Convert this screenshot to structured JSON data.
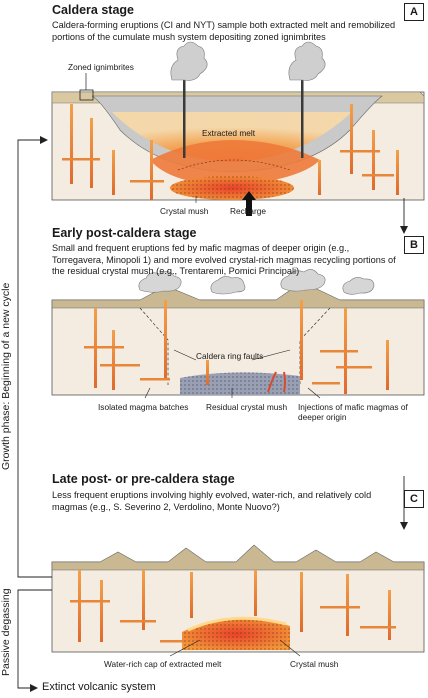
{
  "panels": [
    {
      "letter": "A",
      "title": "Caldera stage",
      "description": "Caldera-forming eruptions (CI and NYT) sample both extracted melt and remobilized portions of the cumulate mush system depositing zoned ignimbrites",
      "labels": {
        "zoned_ignimbrites": "Zoned ignimbrites",
        "extracted_melt": "Extracted melt",
        "crystal_mush": "Crystal mush",
        "recharge": "Recharge"
      }
    },
    {
      "letter": "B",
      "title": "Early post-caldera stage",
      "description": "Small and frequent eruptions fed by mafic magmas of deeper origin (e.g., Torregavera, Minopoli 1) and more evolved crystal-rich magmas recycling portions of the residual crystal mush (e.g., Trentaremi, Pomici Principali)",
      "labels": {
        "caldera_ring_faults": "Caldera ring faults",
        "isolated_magma_batches": "Isolated magma batches",
        "residual_crystal_mush": "Residual crystal mush",
        "injections": "Injections of mafic magmas of deeper origin"
      }
    },
    {
      "letter": "C",
      "title": "Late post- or pre-caldera stage",
      "description": "Less frequent eruptions involving highly evolved, water-rich, and relatively cold magmas (e.g., S. Severino 2, Verdolino, Monte Nuovo?)",
      "labels": {
        "water_rich_cap": "Water-rich cap of extracted melt",
        "crystal_mush": "Crystal mush"
      }
    }
  ],
  "side_labels": {
    "growth_phase": "Growth phase: Beginning of a new cycle",
    "passive_degassing": "Passive degassing",
    "extinct": "Extinct volcanic system"
  },
  "colors": {
    "crust": "#f4ece0",
    "surface": "#c9b892",
    "magma_hot": "#e8462a",
    "magma_warm": "#f6a24a",
    "melt_cap": "#ffd98c",
    "cloud": "#d6d6d6"
  }
}
